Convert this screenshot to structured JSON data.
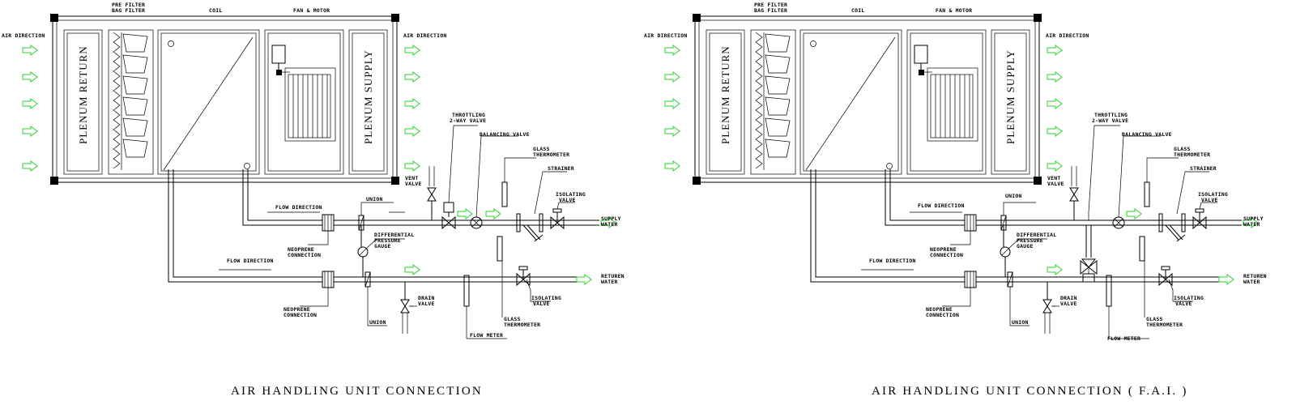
{
  "colors": {
    "line": "#000000",
    "airflow_arrow": "#2bd12b",
    "background": "#ffffff"
  },
  "diagrams": [
    {
      "title": "AIR HANDLING UNIT CONNECTION",
      "variant": "standard",
      "labels": {
        "pre_filter": "PRE FILTER",
        "bag_filter": "BAG FILTER",
        "coil": "COIL",
        "fan_motor": "FAN & MOTOR",
        "air_direction_in": "AIR DIRECTION",
        "air_direction_out": "AIR DIRECTION",
        "plenum_return": "PLENUM RETURN",
        "plenum_supply": "PLENUM SUPPLY",
        "throttling_1": "THROTTLING",
        "throttling_2": "2-WAY VALVE",
        "balancing_valve": "BALANCING VALVE",
        "glass_thermo_top_1": "GLASS",
        "glass_thermo_top_2": "THERMOMETER",
        "strainer": "STRAINER",
        "vent_valve_1": "VENT",
        "vent_valve_2": "VALVE",
        "union_top": "UNION",
        "isolating_top_1": "ISOLATING",
        "isolating_top_2": "VALVE",
        "supply_water_1": "SUPPLY",
        "supply_water_2": "WATER",
        "flow_direction_top": "FLOW DIRECTION",
        "diff_pressure_1": "DIFFERENTIAL",
        "diff_pressure_2": "PRESSURE",
        "diff_pressure_3": "GAUGE",
        "neoprene_top_1": "NEOPRENE",
        "neoprene_top_2": "CONNECTION",
        "flow_direction_bottom": "FLOW DIRECTION",
        "return_water_1": "RETUREN",
        "return_water_2": "WATER",
        "isolating_bottom_1": "ISOLATING",
        "isolating_bottom_2": "VALVE",
        "drain_valve_1": "DRAIN",
        "drain_valve_2": "VALVE",
        "neoprene_bottom_1": "NEOPRENE",
        "neoprene_bottom_2": "CONNECTION",
        "union_bottom": "UNION",
        "flow_meter": "FLOW METER",
        "glass_thermo_bottom_1": "GLASS",
        "glass_thermo_bottom_2": "THERMOMETER"
      }
    },
    {
      "title": "AIR HANDLING UNIT CONNECTION ( F.A.I. )",
      "variant": "fai",
      "labels": {
        "pre_filter": "PRE FILTER",
        "bag_filter": "BAG FILTER",
        "coil": "COIL",
        "fan_motor": "FAN & MOTOR",
        "air_direction_in": "AIR DIRECTION",
        "air_direction_out": "AIR DIRECTION",
        "plenum_return": "PLENUM RETURN",
        "plenum_supply": "PLENUM SUPPLY",
        "throttling_1": "THROTTLING",
        "throttling_2": "2-WAY VALVE",
        "balancing_valve": "BALANCING VALVE",
        "glass_thermo_top_1": "GLASS",
        "glass_thermo_top_2": "THERMOMETER",
        "strainer": "STRAINER",
        "vent_valve_1": "VENT",
        "vent_valve_2": "VALVE",
        "union_top": "UNION",
        "isolating_top_1": "ISOLATING",
        "isolating_top_2": "VALVE",
        "supply_water_1": "SUPPLY",
        "supply_water_2": "WATER",
        "flow_direction_top": "FLOW DIRECTION",
        "diff_pressure_1": "DIFFERENTIAL",
        "diff_pressure_2": "PRESSURE",
        "diff_pressure_3": "GAUGE",
        "neoprene_top_1": "NEOPRENE",
        "neoprene_top_2": "CONNECTION",
        "flow_direction_bottom": "FLOW DIRECTION",
        "return_water_1": "RETUREN",
        "return_water_2": "WATER",
        "isolating_bottom_1": "ISOLATING",
        "isolating_bottom_2": "VALVE",
        "drain_valve_1": "DRAIN",
        "drain_valve_2": "VALVE",
        "neoprene_bottom_1": "NEOPRENE",
        "neoprene_bottom_2": "CONNECTION",
        "union_bottom": "UNION",
        "flow_meter": "FLOW METER",
        "glass_thermo_bottom_1": "GLASS",
        "glass_thermo_bottom_2": "THERMOMETER"
      }
    }
  ]
}
